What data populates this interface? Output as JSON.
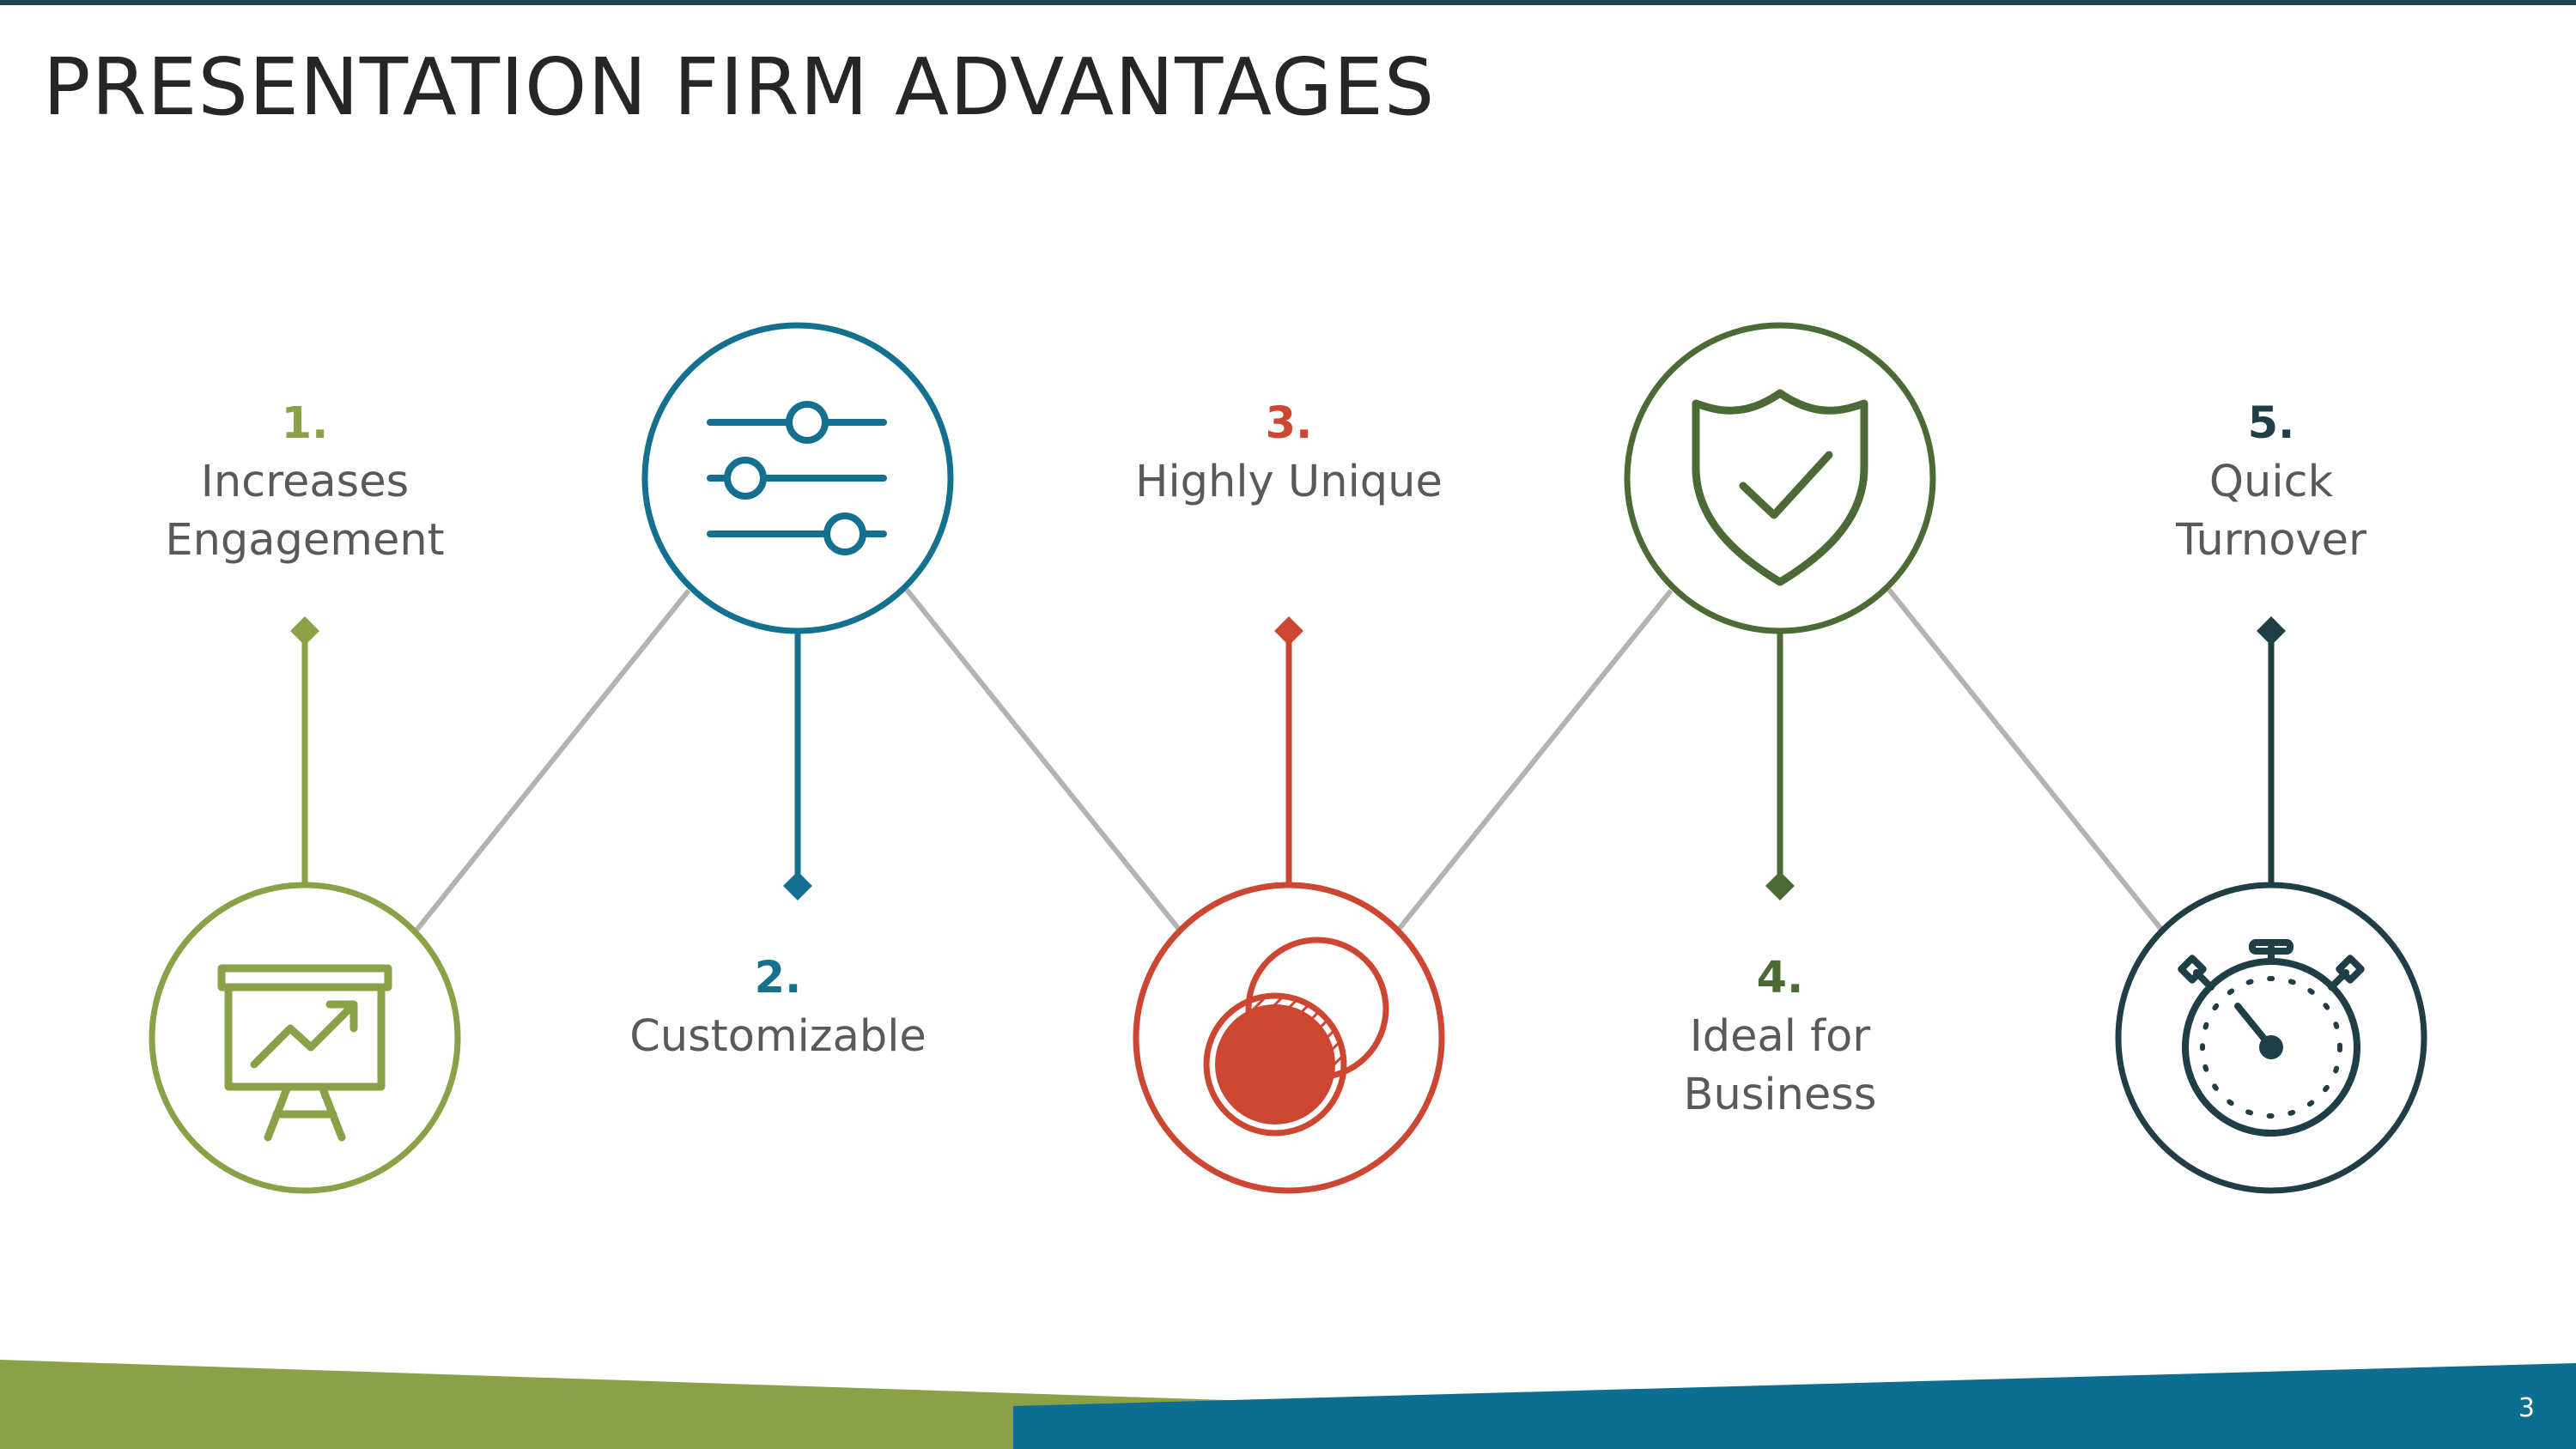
{
  "slide": {
    "title": "PRESENTATION FIRM ADVANTAGES",
    "page_number": "3"
  },
  "colors": {
    "top_rule": "#22434a",
    "connector": "#b3b3b3",
    "band_green": "#8aa147",
    "band_blue": "#0c6f91"
  },
  "steps": [
    {
      "number": "1.",
      "lines": [
        "Increases",
        "Engagement"
      ],
      "icon": "presentation-chart-icon",
      "color": "#8aa147"
    },
    {
      "number": "2.",
      "lines": [
        "Customizable"
      ],
      "icon": "sliders-icon",
      "color": "#13708f"
    },
    {
      "number": "3.",
      "lines": [
        "Highly Unique"
      ],
      "icon": "overlapping-circles-icon",
      "color": "#cc4631"
    },
    {
      "number": "4.",
      "lines": [
        "Ideal for",
        "Business"
      ],
      "icon": "shield-check-icon",
      "color": "#4b6a35"
    },
    {
      "number": "5.",
      "lines": [
        "Quick",
        "Turnover"
      ],
      "icon": "stopwatch-icon",
      "color": "#1f3e46"
    }
  ]
}
